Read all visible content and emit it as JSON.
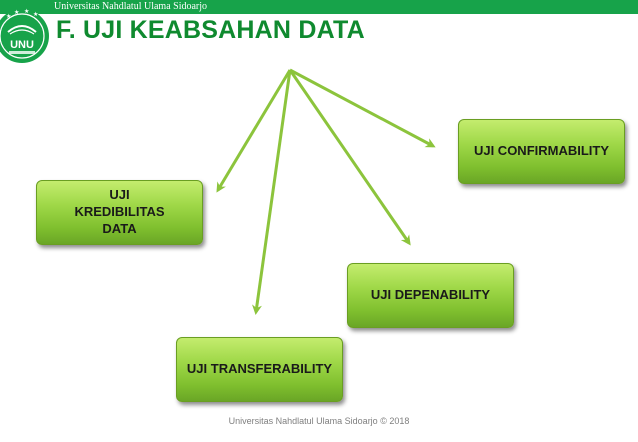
{
  "header": {
    "institution": "Universitas Nahdlatul Ulama Sidoarjo",
    "logo_text": "UNU",
    "title": "F. UJI KEABSAHAN DATA"
  },
  "diagram": {
    "nodes": [
      {
        "id": "kredibilitas",
        "label": "UJI KREDIBILITAS DATA"
      },
      {
        "id": "confirmability",
        "label": "UJI CONFIRMABILITY"
      },
      {
        "id": "depenability",
        "label": "UJI DEPENABILITY"
      },
      {
        "id": "transferability",
        "label": "UJI TRANSFERABILITY"
      }
    ]
  },
  "footer": {
    "text": "Universitas Nahdlatul Ulama Sidoarjo © 2018"
  },
  "colors": {
    "brand_green": "#17a34a",
    "title_green": "#0f8a2f",
    "box_green": "#9fd848",
    "arrow_green": "#8cc43c"
  }
}
